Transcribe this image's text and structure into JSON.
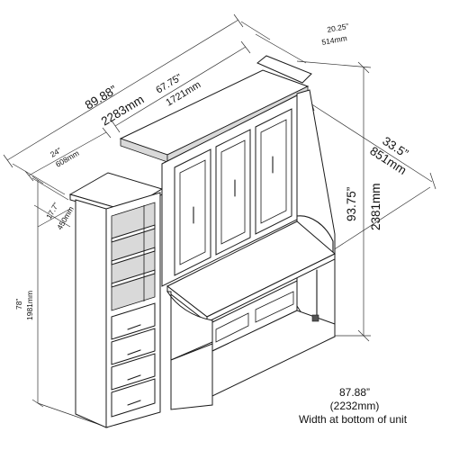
{
  "dimensions": {
    "overall_width_in": "89.88”",
    "overall_width_mm": "2283mm",
    "upper_width_in": "67.75”",
    "upper_width_mm": "1721mm",
    "upper_depth_in": "20.25”",
    "upper_depth_mm": "514mm",
    "depth_in": "33.5”",
    "depth_mm": "851mm",
    "height_in": "93.75”",
    "height_mm": "2381mm",
    "tower_width_in": "24”",
    "tower_width_mm": "608mm",
    "tower_depth_in": "17.7”",
    "tower_depth_mm": "450mm",
    "tower_height_in": "78”",
    "tower_height_mm": "1981mm",
    "bottom_width_in": "87.88”",
    "bottom_width_mm": "(2232mm)",
    "bottom_width_note": "Width at bottom of unit"
  }
}
